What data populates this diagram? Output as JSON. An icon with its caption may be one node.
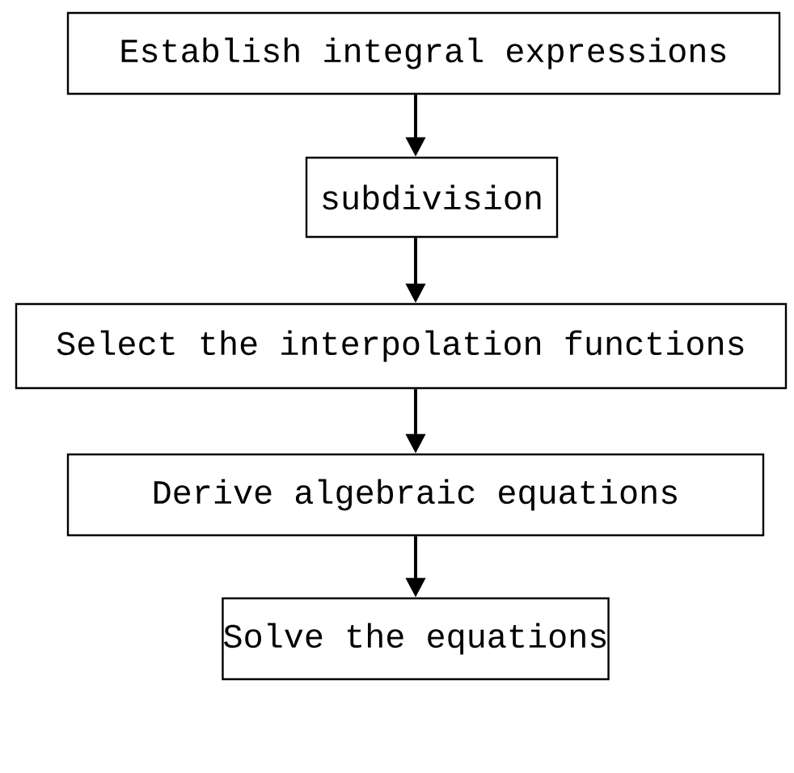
{
  "diagram": {
    "nodes": [
      {
        "text": [
          "Establish integral expressions"
        ]
      },
      {
        "text": [
          "subdivision"
        ]
      },
      {
        "text": [
          "Select the interpolation functions"
        ]
      },
      {
        "text": [
          "Derive algebraic equations"
        ]
      },
      {
        "text": [
          "Solve the equations"
        ]
      }
    ],
    "edges": [
      {
        "from": 0,
        "to": 1,
        "arrow": "to"
      },
      {
        "from": 1,
        "to": 2,
        "arrow": "to"
      },
      {
        "from": 2,
        "to": 3,
        "arrow": "to"
      },
      {
        "from": 3,
        "to": 4,
        "arrow": "to"
      }
    ]
  }
}
